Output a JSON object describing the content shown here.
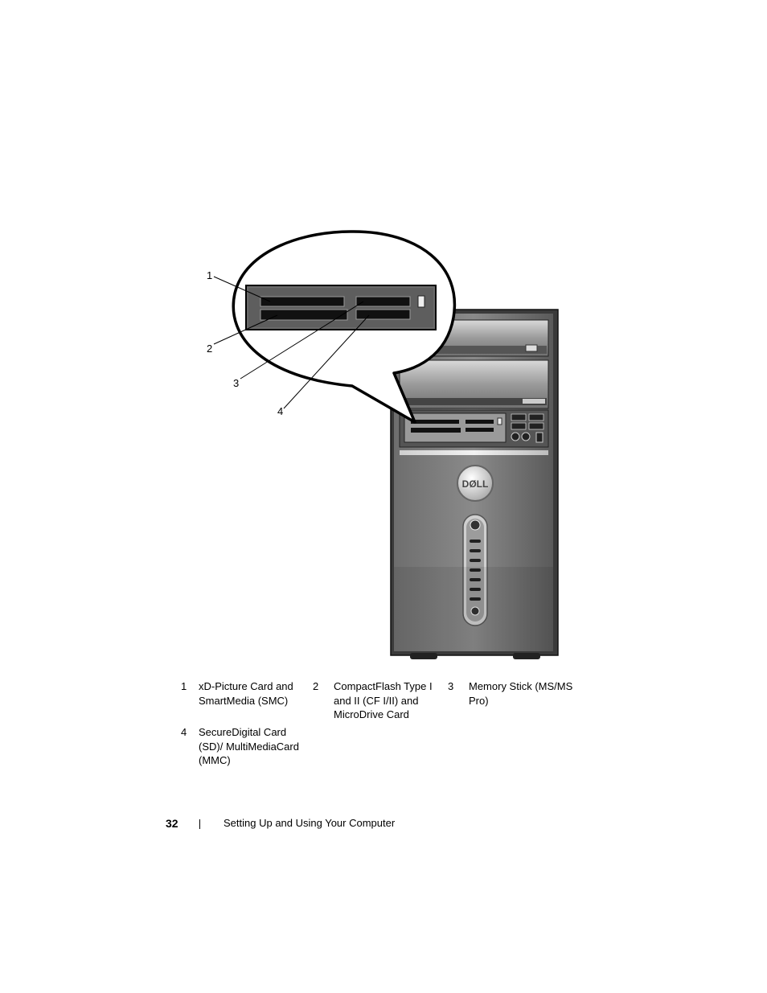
{
  "callouts": [
    "1",
    "2",
    "3",
    "4"
  ],
  "logo_text": "DØLL",
  "legend": [
    {
      "number": "1",
      "lines": [
        "xD-Picture Card and",
        "SmartMedia (SMC)"
      ]
    },
    {
      "number": "2",
      "lines": [
        "CompactFlash Type I",
        "and II (CF I/II) and",
        "MicroDrive Card"
      ]
    },
    {
      "number": "3",
      "lines": [
        "Memory Stick (MS/MS",
        "Pro)"
      ]
    },
    {
      "number": "4",
      "lines": [
        "SecureDigital Card",
        "(SD)/ MultiMediaCard",
        "(MMC)"
      ]
    }
  ],
  "footer": {
    "page_number": "32",
    "section_title": "Setting Up and Using Your Computer"
  }
}
